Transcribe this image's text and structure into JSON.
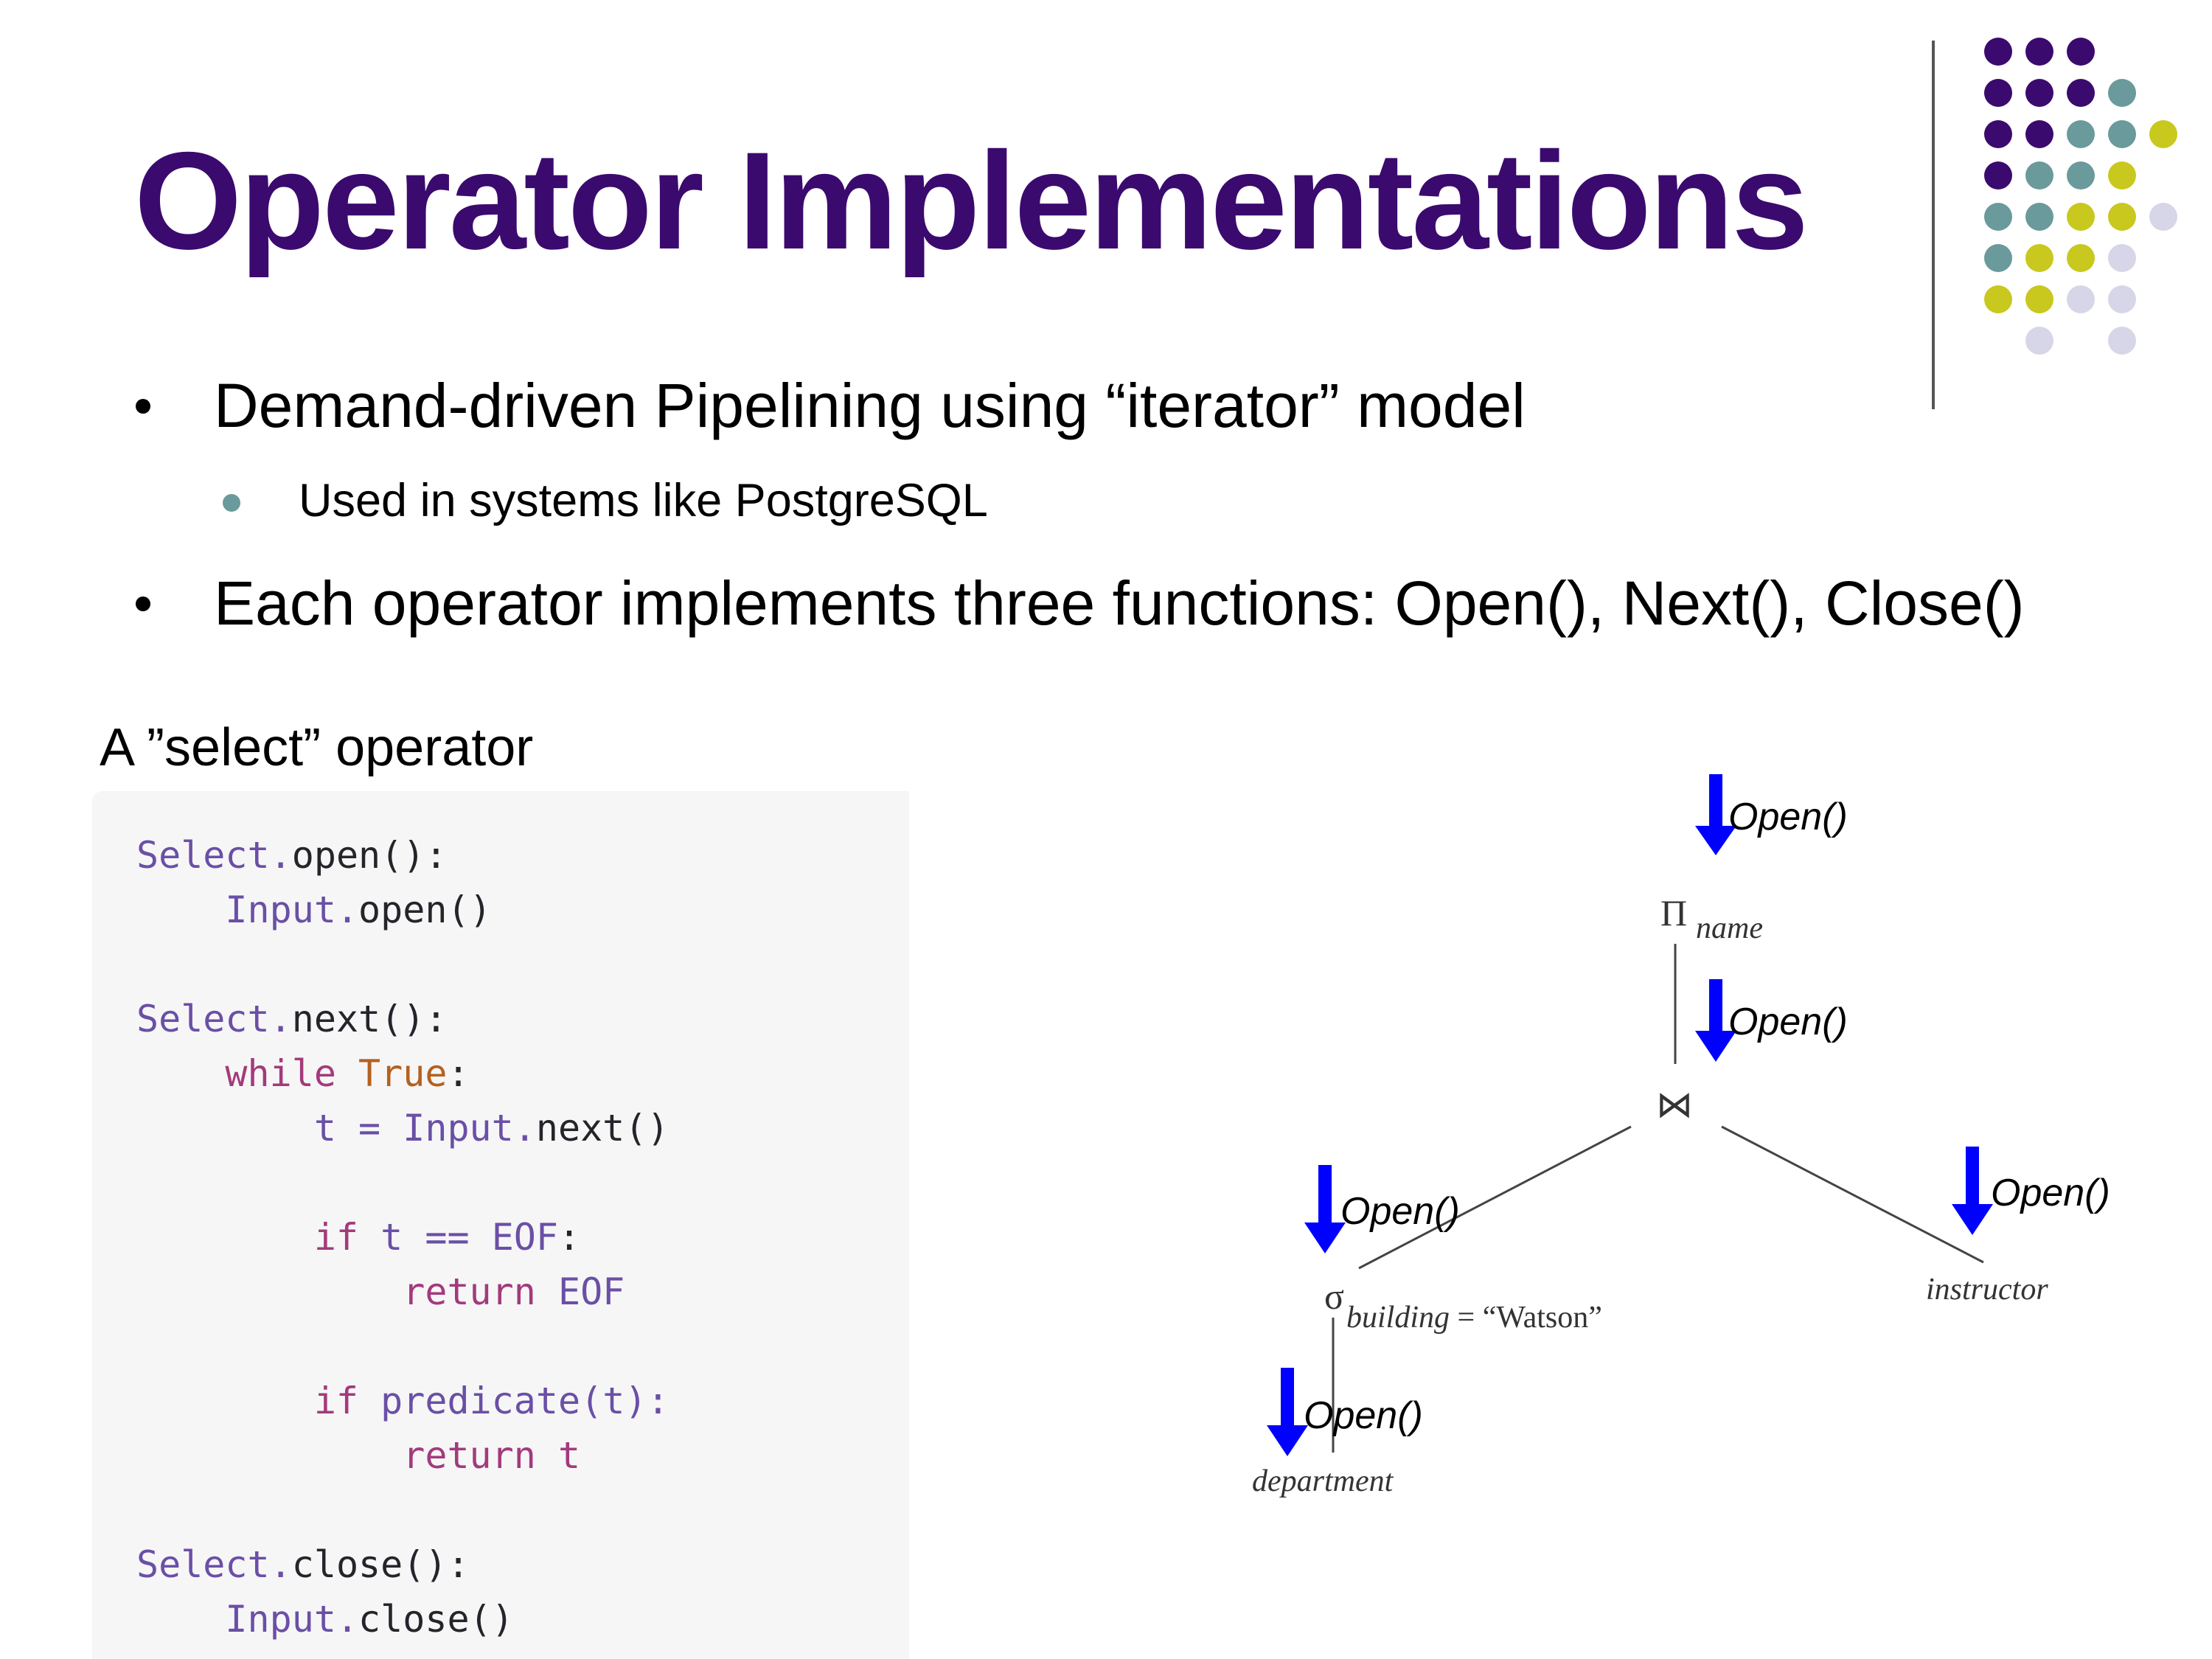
{
  "title": "Operator Implementations",
  "bullets": {
    "b1": "Demand-driven Pipelining using “iterator” model",
    "b1_sub": "Used in systems like PostgreSQL",
    "b2": "Each operator implements three functions: Open(), Next(), Close()"
  },
  "caption": "A ”select” operator",
  "code": {
    "select_ident": "Select",
    "input_ident": "Input",
    "dot": ".",
    "open_def": "open():",
    "open_call": "open()",
    "next_def": "next():",
    "next_call": "next()",
    "close_def": "close():",
    "close_call": "close()",
    "kw_while": "while",
    "kw_true": "True",
    "colon": ":",
    "var_t": "t",
    "assign": " = ",
    "kw_if": "if",
    "eq": " == ",
    "eof": "EOF",
    "kw_return": "return",
    "predicate": "predicate",
    "paren_t": "(t):"
  },
  "tree": {
    "open_label": "Open()",
    "pi_symbol": "Π",
    "pi_sub": "name",
    "join_symbol": "⋈",
    "sigma_symbol": "σ",
    "sigma_sub": "building",
    "sigma_eq": " = “Watson”",
    "left_leaf": "department",
    "right_leaf": "instructor"
  },
  "colors": {
    "title": "#3b0a6e",
    "arrow": "#0000ff",
    "dot_purple": "#3b0a6e",
    "dot_teal": "#6a9a9b",
    "dot_olive": "#c8c81e",
    "dot_lavender": "#d6d6e8"
  }
}
